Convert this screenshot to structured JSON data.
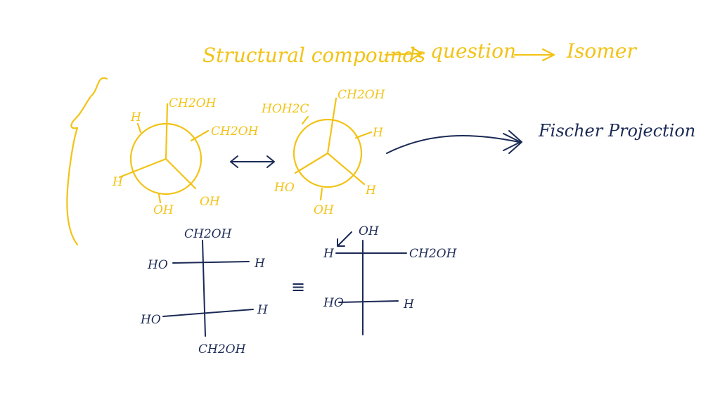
{
  "colors": {
    "yellow": "#f2c316",
    "navy": "#1b2a55",
    "background": "#ffffff"
  },
  "header": {
    "structural_compounds": "Structural compounds",
    "question": "question",
    "isomer": "Isomer"
  },
  "newman1": {
    "top": "CH2OH",
    "upper_left": "H",
    "right": "CH2OH",
    "left": "H",
    "bottom_left": "OH",
    "bottom_right": "OH"
  },
  "newman2": {
    "top": "CH2OH",
    "upper_left": "HOH2C",
    "right": "H",
    "bottom_left": "HO",
    "bottom": "OH",
    "bottom_right": "H"
  },
  "fischer_label": "Fischer Projection",
  "fischer1": {
    "top": "CH2OH",
    "upper_left": "HO",
    "upper_right": "H",
    "lower_left": "HO",
    "lower_right": "H",
    "bottom": "CH2OH"
  },
  "equiv_symbol": "≡",
  "fischer2": {
    "top": "OH",
    "upper_left": "H",
    "upper_right": "CH2OH",
    "lower_left": "HO",
    "lower_right": "H"
  }
}
